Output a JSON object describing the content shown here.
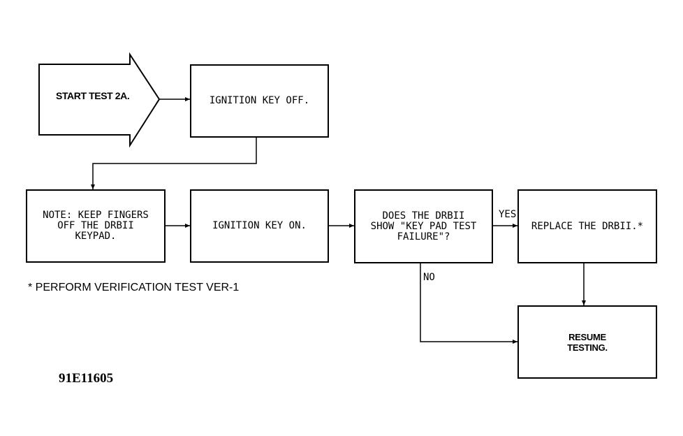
{
  "flowchart": {
    "start": "START TEST 2A.",
    "ignition_off": "IGNITION KEY OFF.",
    "note": "NOTE: KEEP FINGERS\nOFF THE DRBII\nKEYPAD.",
    "ignition_on": "IGNITION KEY ON.",
    "question": "DOES THE DRBII\nSHOW \"KEY PAD TEST\nFAILURE\"?",
    "replace": "REPLACE THE DRBII.*",
    "resume": "RESUME\nTESTING."
  },
  "labels": {
    "yes": "YES",
    "no": "NO"
  },
  "footnote": "* PERFORM VERIFICATION TEST VER-1",
  "figure_id": "91E11605"
}
